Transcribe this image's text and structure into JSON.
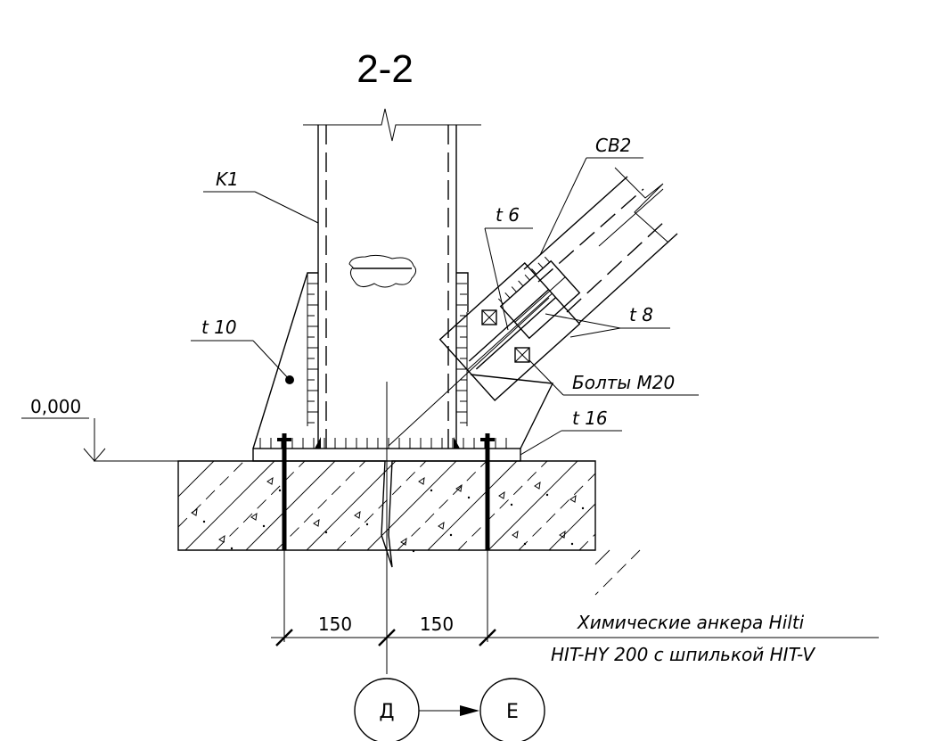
{
  "section_title": "2-2",
  "labels": {
    "column": "K1",
    "brace": "CB2",
    "gusset": "t 10",
    "connection_plate": "t 6",
    "brace_plate": "t 8",
    "bolts": "Болты М20",
    "base_plate": "t 16",
    "elevation": "0,000"
  },
  "dimensions": {
    "left": "150",
    "right": "150"
  },
  "anchor_note": {
    "line1": "Химические анкера Hilti",
    "line2": "HIT-HY 200 с шпилькой HIT-V"
  },
  "axes": {
    "from": "Д",
    "to": "Е"
  }
}
